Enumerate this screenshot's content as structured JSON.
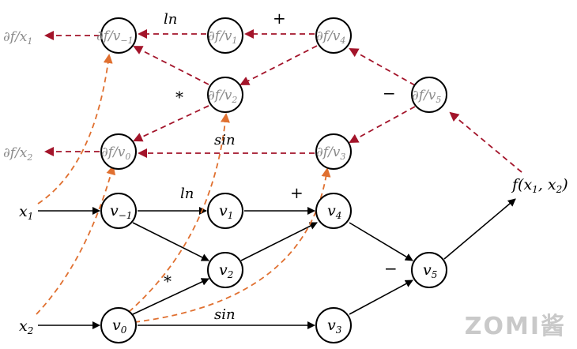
{
  "inputs": {
    "x1": "x",
    "x1_sub": "1",
    "x2": "x",
    "x2_sub": "2"
  },
  "forward_nodes": {
    "vm1": {
      "base": "v",
      "sub": "−1"
    },
    "v0": {
      "base": "v",
      "sub": "0"
    },
    "v1": {
      "base": "v",
      "sub": "1"
    },
    "v2": {
      "base": "v",
      "sub": "2"
    },
    "v3": {
      "base": "v",
      "sub": "3"
    },
    "v4": {
      "base": "v",
      "sub": "4"
    },
    "v5": {
      "base": "v",
      "sub": "5"
    }
  },
  "output": {
    "text": "f(x",
    "sub1": "1",
    "mid": ", x",
    "sub2": "2",
    "end": ")"
  },
  "forward_ops": {
    "ln": "ln",
    "plus": "+",
    "times": "*",
    "sin": "sin",
    "minus": "−"
  },
  "grad_nodes": {
    "gvm1": {
      "base": "∂f/v",
      "sub": "−1"
    },
    "gv0": {
      "base": "∂f/v",
      "sub": "0"
    },
    "gv1": {
      "base": "∂f/v",
      "sub": "1"
    },
    "gv2": {
      "base": "∂f/v",
      "sub": "2"
    },
    "gv3": {
      "base": "∂f/v",
      "sub": "3"
    },
    "gv4": {
      "base": "∂f/v",
      "sub": "4"
    },
    "gv5": {
      "base": "∂f/v",
      "sub": "5"
    }
  },
  "grad_outputs": {
    "gx1": {
      "base": "∂f/x",
      "sub": "1"
    },
    "gx2": {
      "base": "∂f/x",
      "sub": "2"
    }
  },
  "backward_ops": {
    "ln": "ln",
    "plus": "+",
    "times": "*",
    "sin": "sin",
    "minus": "−"
  },
  "watermark": "ZOMI酱",
  "colors": {
    "forward": "#000000",
    "backward": "#a3142a",
    "dependency": "#e07030",
    "grad_label": "#8a8a8a"
  }
}
